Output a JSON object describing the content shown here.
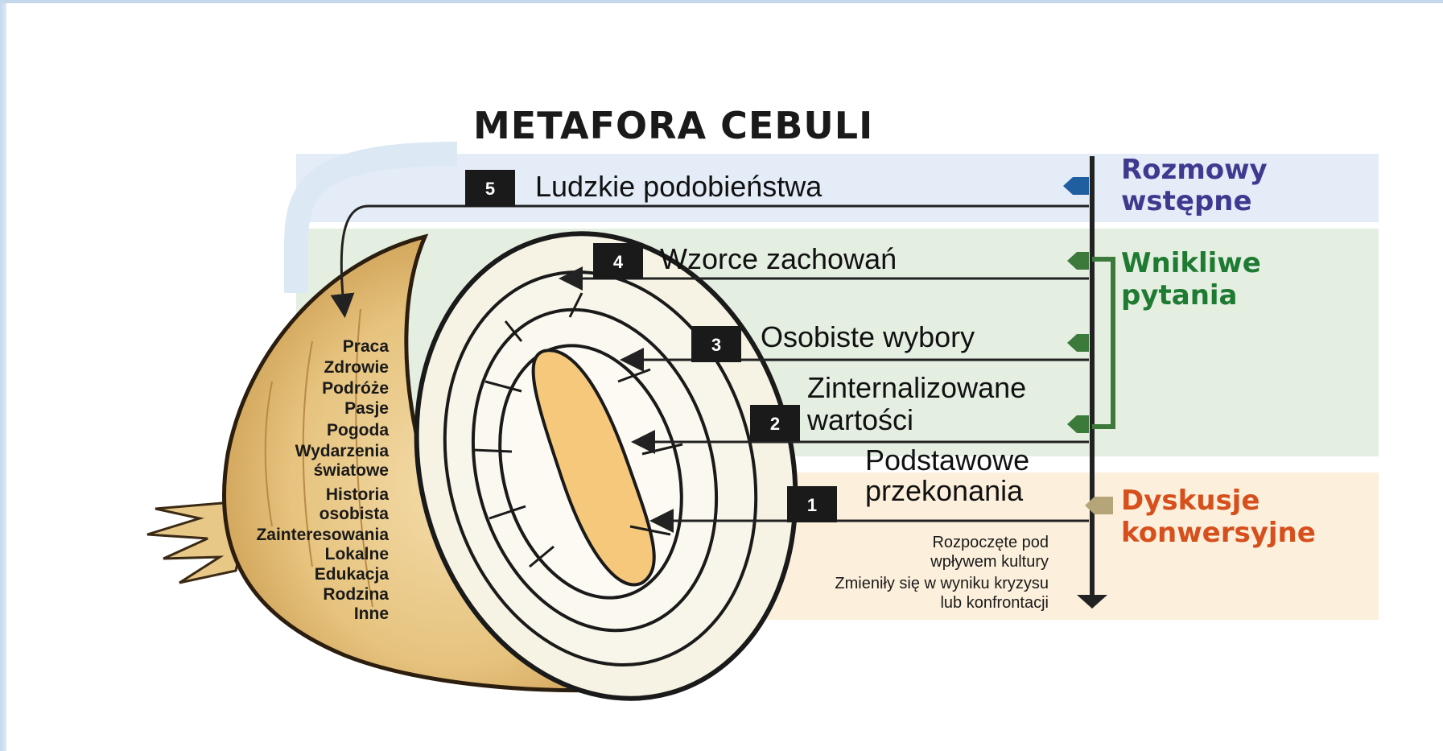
{
  "title": "METAFORA CEBULI",
  "colors": {
    "stage1": "#3f3a8f",
    "stage2": "#1f7a32",
    "stage3": "#d64f1c",
    "band1": "#e3ecf7",
    "band2": "#e4efe2",
    "band3": "#fcf0dc",
    "onion_skin": "#e6c37e",
    "onion_core": "#f6c87c"
  },
  "layers": [
    {
      "number": "5",
      "label": "Ludzkie podobieństwa"
    },
    {
      "number": "4",
      "label": "Wzorce zachowań"
    },
    {
      "number": "3",
      "label": "Osobiste wybory"
    },
    {
      "number": "2",
      "label_lines": [
        "Zinternalizowane",
        "wartości"
      ]
    },
    {
      "number": "1",
      "label_lines": [
        "Podstawowe",
        "przekonania"
      ]
    }
  ],
  "topics": [
    "Praca",
    "Zdrowie",
    "Podróże",
    "Pasje",
    "Pogoda",
    "Wydarzenia",
    "światowe",
    "Historia",
    "osobista",
    "Zainteresowania",
    "Lokalne",
    "Edukacja",
    "Rodzina",
    "Inne"
  ],
  "notes": [
    "Rozpoczęte pod",
    "wpływem kultury",
    "Zmieniły się w wyniku kryzysu",
    "lub konfrontacji"
  ],
  "stages": [
    {
      "lines": [
        "Rozmowy",
        "wstępne"
      ]
    },
    {
      "lines": [
        "Wnikliwe",
        "pytania"
      ]
    },
    {
      "lines": [
        "Dyskusje",
        "konwersyjne"
      ]
    }
  ]
}
